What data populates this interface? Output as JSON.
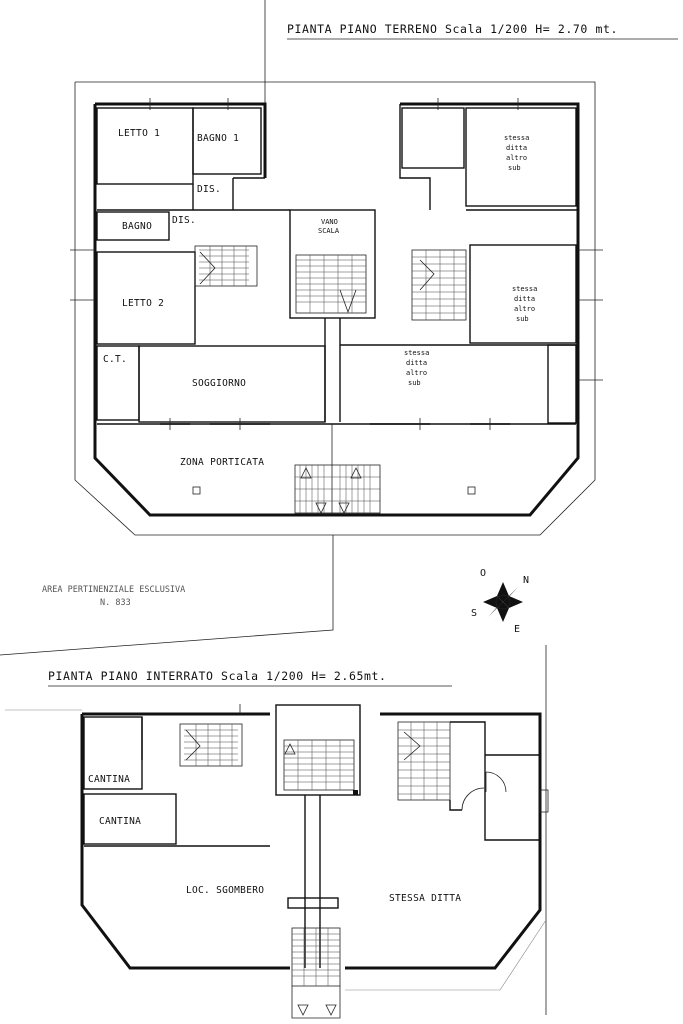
{
  "ground_floor": {
    "title": "PIANTA PIANO TERRENO  Scala 1/200 H= 2.70 mt.",
    "rooms": {
      "letto1": "LETTO 1",
      "bagno1": "BAGNO 1",
      "dis1": "DIS.",
      "bagno": "BAGNO",
      "dis2": "DIS.",
      "vano_scala_1": "VANO",
      "vano_scala_2": "SCALA",
      "letto2": "LETTO 2",
      "ct": "C.T.",
      "soggiorno": "SOGGIORNO",
      "zona_porticata": "ZONA PORTICATA",
      "other_sub_line1": "stessa",
      "other_sub_line2": "ditta",
      "other_sub_line3": "altro",
      "other_sub_line4": "sub"
    }
  },
  "area": {
    "line1": "AREA PERTINENZIALE ESCLUSIVA",
    "line2": "N. 833"
  },
  "compass": {
    "n": "N",
    "e": "E",
    "s": "S",
    "o": "O"
  },
  "basement": {
    "title": "PIANTA PIANO INTERRATO  Scala 1/200 H= 2.65mt.",
    "rooms": {
      "cantina1": "CANTINA",
      "cantina2": "CANTINA",
      "loc_sgombero": "LOC. SGOMBERO",
      "stessa_ditta": "STESSA DITTA"
    }
  }
}
